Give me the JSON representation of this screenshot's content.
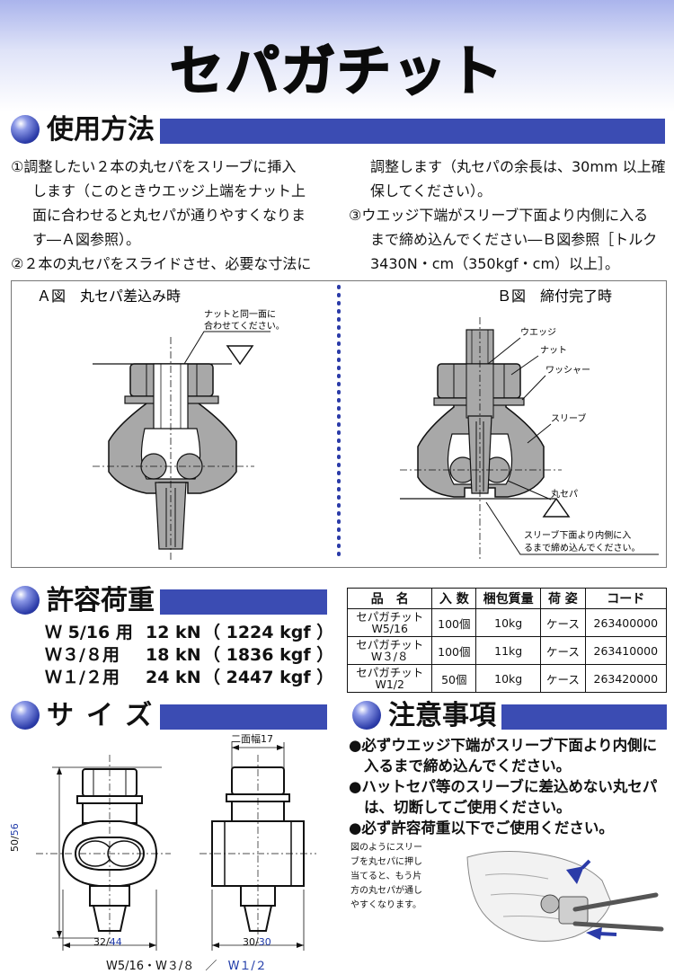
{
  "title": "セパガチット",
  "sections": {
    "usage": "使用方法",
    "load": "許容荷重",
    "size": "サイズ",
    "caution": "注意事項"
  },
  "usage_text": {
    "l1": "①調整したい２本の丸セパをスリーブに挿入",
    "l2": "します（このときウエッジ上端をナット上",
    "l3": "面に合わせると丸セパが通りやすくなりま",
    "l4": "す―Ａ図参照）。",
    "l5": "②２本の丸セパをスライドさせ、必要な寸法に",
    "r1": "調整します（丸セパの余長は、30mm 以上確",
    "r2": "保してください）。",
    "r3": "③ウエッジ下端がスリーブ下面より内側に入る",
    "r4": "まで締め込んでください―Ｂ図参照［トルク",
    "r5": "3430N・cm（350kgf・cm）以上］。"
  },
  "diagram_a": {
    "caption": "Ａ図　丸セパ差込み時",
    "note1": "ナットと同一面に",
    "note2": "合わせてください。"
  },
  "diagram_b": {
    "caption": "Ｂ図　締付完了時",
    "wedge": "ウエッジ",
    "nut": "ナット",
    "washer": "ワッシャー",
    "sleeve": "スリーブ",
    "separator": "丸セパ",
    "note1": "スリーブ下面より内側に入",
    "note2": "るまで締め込んでください。"
  },
  "loads": [
    {
      "size": "Ｗ 5/16 用",
      "kn": "12 kN",
      "kgf": "（ 1224 kgf ）"
    },
    {
      "size": "Ｗ３/８用",
      "kn": "18 kN",
      "kgf": "（ 1836 kgf ）"
    },
    {
      "size": "Ｗ１/２用",
      "kn": "24 kN",
      "kgf": "（ 2447 kgf ）"
    }
  ],
  "table": {
    "headers": [
      "品　名",
      "入 数",
      "梱包質量",
      "荷 姿",
      "コード"
    ],
    "rows": [
      {
        "name1": "セパガチット",
        "name2": "W5/16",
        "qty": "100個",
        "weight": "10kg",
        "pack": "ケース",
        "code": "263400000"
      },
      {
        "name1": "セパガチット",
        "name2": "W３/８",
        "qty": "100個",
        "weight": "11kg",
        "pack": "ケース",
        "code": "263410000"
      },
      {
        "name1": "セパガチット",
        "name2": "W1/2",
        "qty": "50個",
        "weight": "10kg",
        "pack": "ケース",
        "code": "263420000"
      }
    ]
  },
  "size_dims": {
    "height_a": "50",
    "height_b": "56",
    "width_a": "32",
    "width_b": "44",
    "width2_a": "30",
    "width2_b": "30",
    "across_flats": "二面幅17",
    "legend_a": "W5/16・W３/８",
    "legend_sep": "／",
    "legend_b": "W１/２"
  },
  "cautions": [
    "●必ずウエッジ下端がスリーブ下面より内側に",
    "入るまで締め込んでください。",
    "●ハットセパ等のスリーブに差込めない丸セパ",
    "は、切断してご使用ください。",
    "●必ず許容荷重以下でご使用ください。"
  ],
  "photo_note": [
    "図のようにスリー",
    "ブを丸セパに押し",
    "当てると、もう片",
    "方の丸セパが通し",
    "やすくなります。"
  ],
  "colors": {
    "accent": "#3b4cb3",
    "dim_blue": "#1f3aa8",
    "gray_fill": "#a8a8a8"
  }
}
